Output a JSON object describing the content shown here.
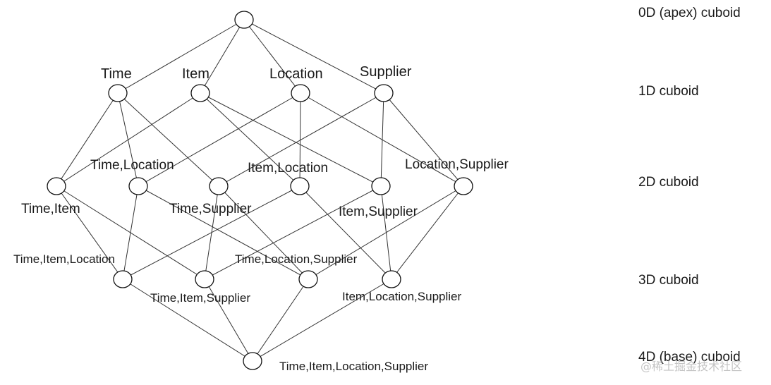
{
  "levels": [
    "0D (apex) cuboid",
    "1D cuboid",
    "2D cuboid",
    "3D cuboid",
    "4D (base) cuboid"
  ],
  "nodes": [
    {
      "id": "apex",
      "label": ""
    },
    {
      "id": "t",
      "label": "Time"
    },
    {
      "id": "i",
      "label": "Item"
    },
    {
      "id": "l",
      "label": "Location"
    },
    {
      "id": "s",
      "label": "Supplier"
    },
    {
      "id": "ti",
      "label": "Time,Item"
    },
    {
      "id": "tl",
      "label": "Time,Location"
    },
    {
      "id": "ts",
      "label": "Time,Supplier"
    },
    {
      "id": "il",
      "label": "Item,Location"
    },
    {
      "id": "is",
      "label": "Item,Supplier"
    },
    {
      "id": "ls",
      "label": "Location,Supplier"
    },
    {
      "id": "til",
      "label": "Time,Item,Location"
    },
    {
      "id": "tis",
      "label": "Time,Item,Supplier"
    },
    {
      "id": "tls",
      "label": "Time,Location,Supplier"
    },
    {
      "id": "ils",
      "label": "Item,Location,Supplier"
    },
    {
      "id": "base",
      "label": "Time,Item,Location,Supplier"
    }
  ],
  "edges": [
    [
      "apex",
      "t"
    ],
    [
      "apex",
      "i"
    ],
    [
      "apex",
      "l"
    ],
    [
      "apex",
      "s"
    ],
    [
      "t",
      "ti"
    ],
    [
      "t",
      "tl"
    ],
    [
      "t",
      "ts"
    ],
    [
      "i",
      "ti"
    ],
    [
      "i",
      "il"
    ],
    [
      "i",
      "is"
    ],
    [
      "l",
      "tl"
    ],
    [
      "l",
      "il"
    ],
    [
      "l",
      "ls"
    ],
    [
      "s",
      "ts"
    ],
    [
      "s",
      "is"
    ],
    [
      "s",
      "ls"
    ],
    [
      "ti",
      "til"
    ],
    [
      "ti",
      "tis"
    ],
    [
      "tl",
      "til"
    ],
    [
      "tl",
      "tls"
    ],
    [
      "ts",
      "tis"
    ],
    [
      "ts",
      "tls"
    ],
    [
      "il",
      "til"
    ],
    [
      "il",
      "ils"
    ],
    [
      "is",
      "tis"
    ],
    [
      "is",
      "ils"
    ],
    [
      "ls",
      "tls"
    ],
    [
      "ls",
      "ils"
    ],
    [
      "til",
      "base"
    ],
    [
      "tis",
      "base"
    ],
    [
      "tls",
      "base"
    ],
    [
      "ils",
      "base"
    ]
  ],
  "watermark": "@稀土掘金技术社区"
}
